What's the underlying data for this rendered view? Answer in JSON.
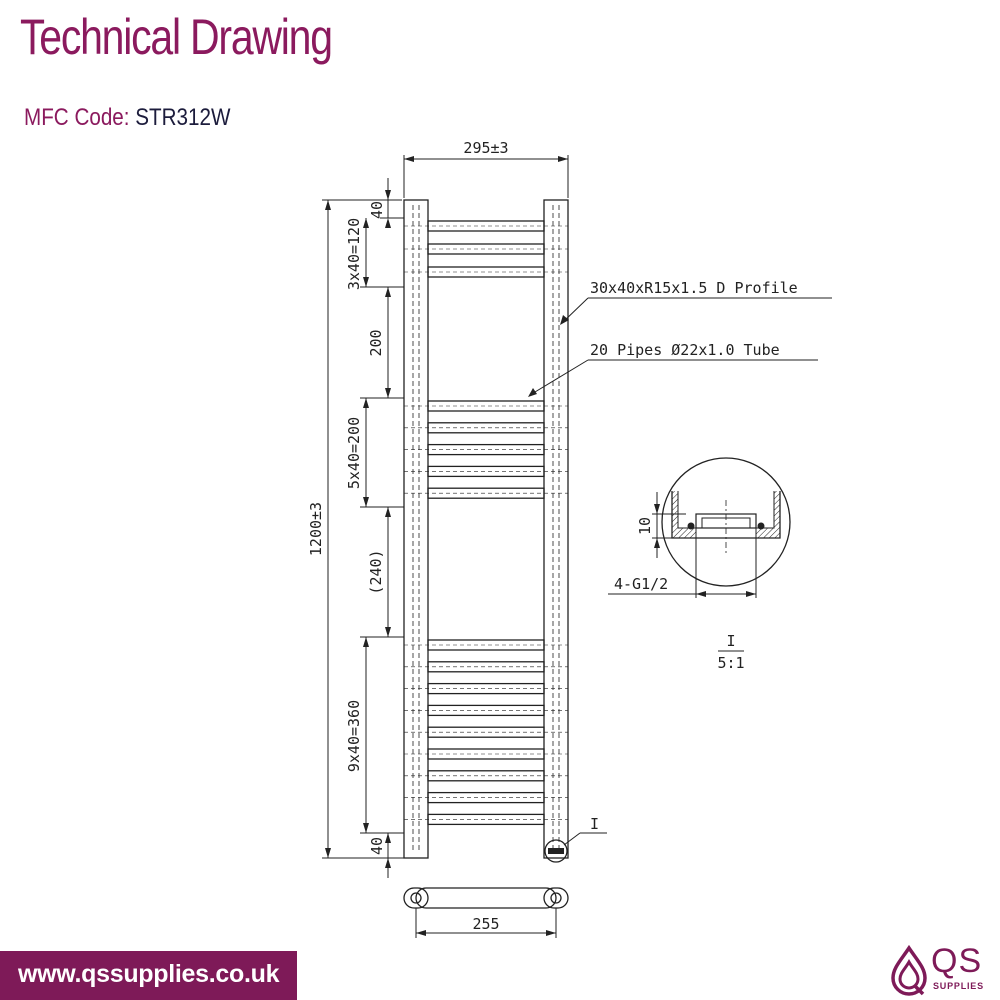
{
  "header": {
    "title": "Technical Drawing",
    "mfc_label": "MFC Code: ",
    "mfc_code": "STR312W"
  },
  "drawing": {
    "width_dim": "295±3",
    "height_dim": "1200±3",
    "top_gap": "40",
    "top_group": "3x40=120",
    "gap_one": "200",
    "middle_group": "5x40=200",
    "gap_two": "(240)",
    "bottom_group": "9x40=360",
    "bottom_gap": "40",
    "profile_note": "30x40xR15x1.5 D Profile",
    "pipes_note": "20 Pipes Ø22x1.0 Tube",
    "detail_marker": "I",
    "detail_height": "10",
    "detail_thread": "4-G1/2",
    "detail_scale_id": "I",
    "detail_scale": "5:1",
    "bracket_width": "255"
  },
  "footer": {
    "url": "www.qssupplies.co.uk",
    "logo_text": "QS",
    "logo_sub": "SUPPLIES"
  },
  "colors": {
    "brand": "#7e1a58",
    "title": "#8b1a5e",
    "line": "#222222"
  }
}
